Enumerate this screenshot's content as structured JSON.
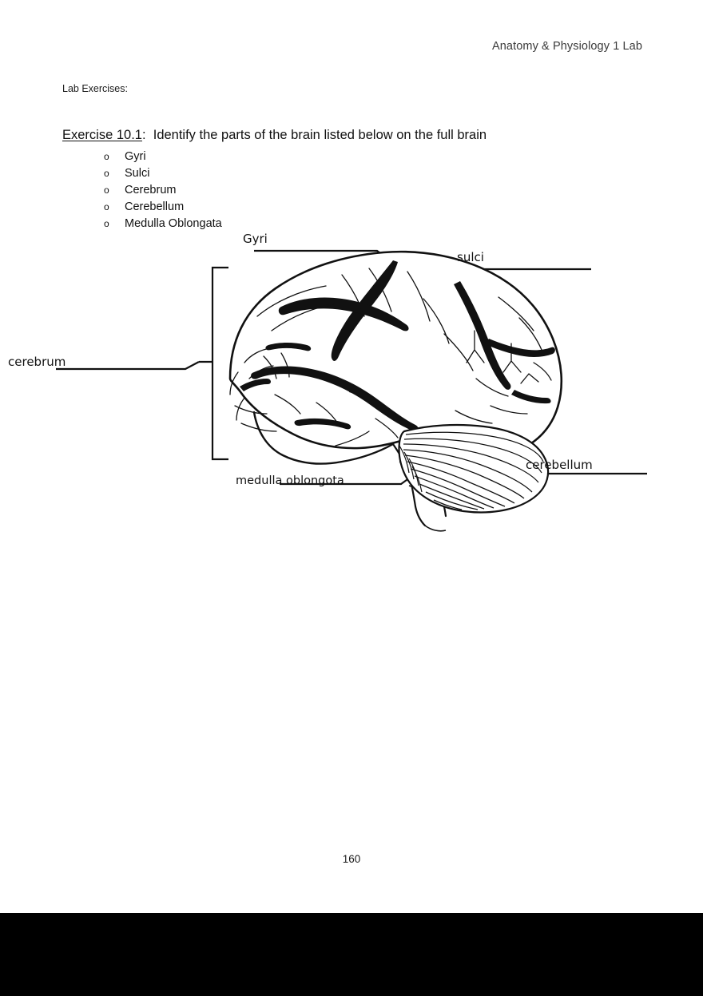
{
  "document": {
    "header_title": "Anatomy & Physiology 1 Lab",
    "page_number": "160",
    "section_label": "Lab Exercises:"
  },
  "exercise": {
    "number_label": "Exercise 10.1",
    "separator": ":",
    "description": "Identify the parts of the brain listed below on the full brain",
    "bullet_glyph": "o",
    "items": [
      {
        "label": "Gyri"
      },
      {
        "label": "Sulci"
      },
      {
        "label": "Cerebrum"
      },
      {
        "label": "Cerebellum"
      },
      {
        "label": "Medulla Oblongata"
      }
    ]
  },
  "figure": {
    "name": "lateral-view-of-human-brain",
    "labels": {
      "gyri": "Gyri",
      "sulci": "sulci",
      "cerebrum": "cerebrum",
      "cerebellum": "cerebellum",
      "medulla": "medulla oblongota"
    }
  },
  "colors": {
    "ink": "#111111",
    "header_text": "#3a3a3a",
    "page_background": "#ffffff",
    "viewer_background": "#000000"
  }
}
